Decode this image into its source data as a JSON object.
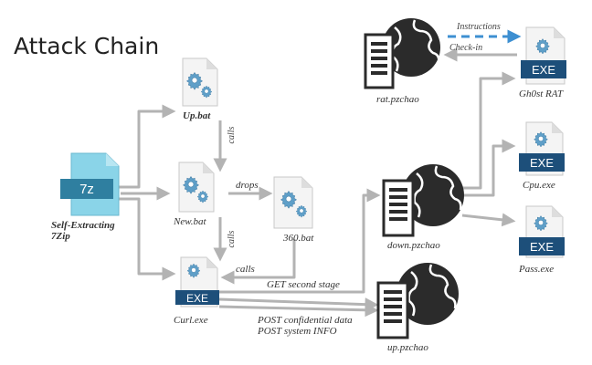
{
  "title": "Attack Chain",
  "colors": {
    "arrow": "#b3b3b3",
    "dashed_arrow": "#3d8fd1",
    "exe_bar": "#1d4f7a",
    "zip_body": "#8ad4e8",
    "zip_bar": "#2f7fa0",
    "gear": "#5f9fc8",
    "server": "#2b2b2b"
  },
  "nodes": {
    "up_bat": "Up.bat",
    "new_bat": "New.bat",
    "bat_360": "360.bat",
    "curl_exe": "Curl.exe",
    "sfx_line1": "Self-Extracting",
    "sfx_line2": "7Zip",
    "zip_badge": "7z",
    "exe_badge": "EXE",
    "rat_server": "rat.pzchao",
    "down_server": "down.pzchao",
    "up_server": "up.pzchao",
    "gh0st": "Gh0st RAT",
    "cpu": "Cpu.exe",
    "pass": "Pass.exe"
  },
  "edges": {
    "calls_1": "calls",
    "calls_2": "calls",
    "calls_3": "calls",
    "drops": "drops",
    "get_stage": "GET second stage",
    "post_conf": "POST confidential data",
    "post_info": "POST system INFO",
    "instructions": "Instructions",
    "checkin": "Check-in"
  }
}
